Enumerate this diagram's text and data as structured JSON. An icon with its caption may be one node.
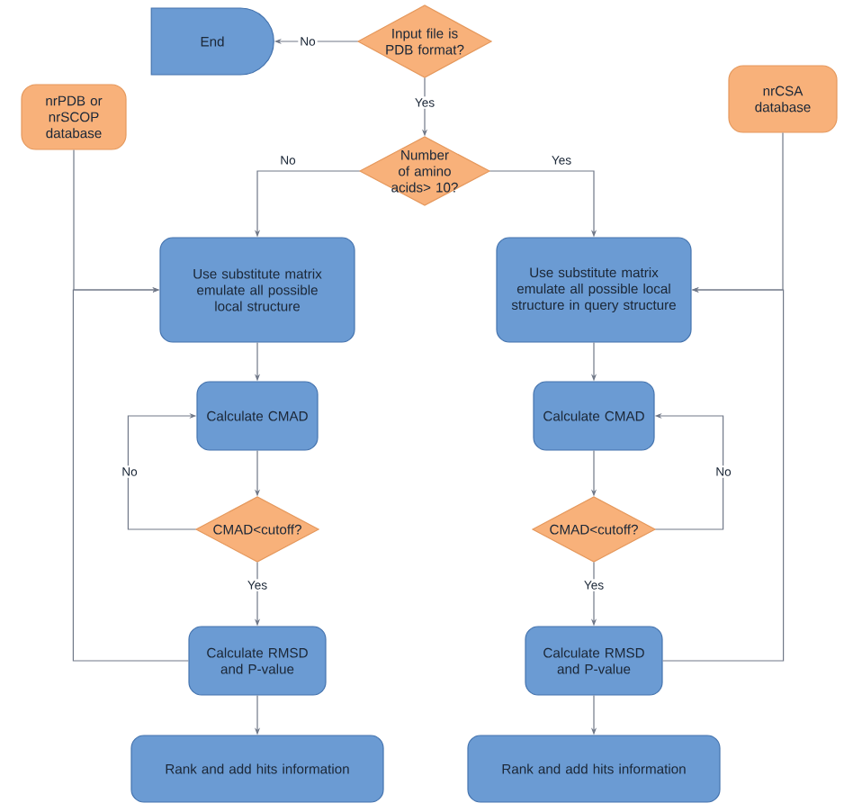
{
  "diagram": {
    "nodes": [
      {
        "text": [
          "End"
        ]
      },
      {
        "text": [
          "Input file is PDB format?"
        ]
      },
      {
        "text": [
          "nrPDB or nrSCOP database"
        ]
      },
      {
        "text": [
          "nrCSA database"
        ]
      },
      {
        "text": [
          "Number of amino acids> 10?"
        ]
      },
      {
        "text": [
          "Use substitute matrix emulate all possible local structure"
        ]
      },
      {
        "text": [
          "Use substitute matrix emulate all possible local structure in query structure"
        ]
      },
      {
        "text": [
          "Calculate CMAD"
        ]
      },
      {
        "text": [
          "Calculate CMAD"
        ]
      },
      {
        "text": [
          "CMAD<cutoff?"
        ]
      },
      {
        "text": [
          "CMAD<cutoff?"
        ]
      },
      {
        "text": [
          "Calculate RMSD and P-value"
        ]
      },
      {
        "text": [
          "Calculate RMSD and P-value"
        ]
      },
      {
        "text": [
          "Rank and add hits information"
        ]
      },
      {
        "text": [
          "Rank and add hits information"
        ]
      }
    ],
    "edges": [
      {
        "from": 1,
        "to": 0,
        "arrow": "to",
        "label": "No"
      },
      {
        "from": 1,
        "to": 4,
        "arrow": "to",
        "label": "Yes"
      },
      {
        "from": 4,
        "to": 5,
        "arrow": "to",
        "label": "No"
      },
      {
        "from": 4,
        "to": 6,
        "arrow": "to",
        "label": "Yes"
      },
      {
        "from": 2,
        "to": 5,
        "arrow": "to"
      },
      {
        "from": 3,
        "to": 6,
        "arrow": "to"
      },
      {
        "from": 5,
        "to": 7,
        "arrow": "to"
      },
      {
        "from": 6,
        "to": 8,
        "arrow": "to"
      },
      {
        "from": 7,
        "to": 9,
        "arrow": "to"
      },
      {
        "from": 8,
        "to": 10,
        "arrow": "to"
      },
      {
        "from": 9,
        "to": 7,
        "arrow": "to",
        "label": "No"
      },
      {
        "from": 10,
        "to": 8,
        "arrow": "to",
        "label": "No"
      },
      {
        "from": 9,
        "to": 11,
        "arrow": "to",
        "label": "Yes"
      },
      {
        "from": 10,
        "to": 12,
        "arrow": "to",
        "label": "Yes"
      },
      {
        "from": 11,
        "to": 5,
        "arrow": "to"
      },
      {
        "from": 12,
        "to": 6,
        "arrow": "to"
      },
      {
        "from": 11,
        "to": 13,
        "arrow": "to"
      },
      {
        "from": 12,
        "to": 14,
        "arrow": "to"
      }
    ]
  }
}
